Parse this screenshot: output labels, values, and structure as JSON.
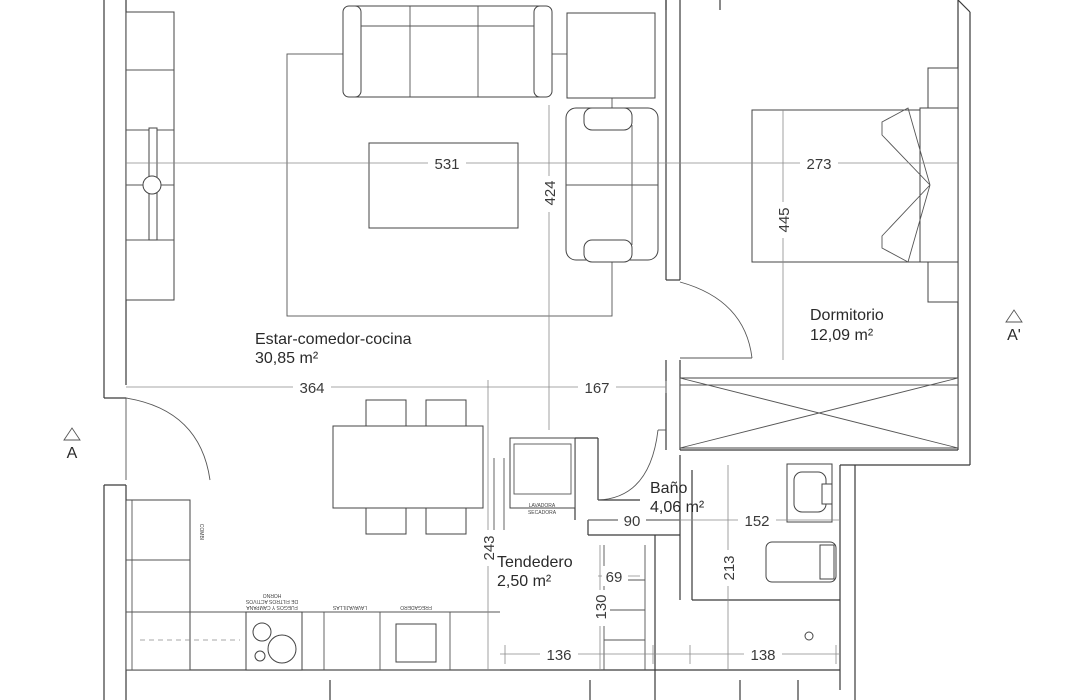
{
  "rooms": {
    "living": {
      "name": "Estar-comedor-cocina",
      "area": "30,85 m²"
    },
    "bedroom": {
      "name": "Dormitorio",
      "area": "12,09 m²"
    },
    "bath": {
      "name": "Baño",
      "area": "4,06 m²"
    },
    "laundry": {
      "name": "Tendedero",
      "area": "2,50 m²"
    }
  },
  "dimensions": {
    "living_width": "531",
    "living_depth": "424",
    "bedroom_width": "273",
    "bedroom_depth": "445",
    "hall_left": "364",
    "hall_right": "167",
    "bath_left": "90",
    "bath_right": "152",
    "laundry_height": "243",
    "bath_height": "213",
    "small_width": "69",
    "small_height": "130",
    "bottom_left": "136",
    "bottom_right": "138"
  },
  "section_marks": {
    "left": "A",
    "right": "A'"
  },
  "fixture_labels": {
    "washer": [
      "LAVADORA",
      "SECADORA"
    ],
    "hob": [
      "FUEGOS Y CAMPANA",
      "DE FILTROS ACTIVOS",
      "HORNO"
    ],
    "dishwasher": "LAVAVAJILLAS",
    "sink": "FREGADERO",
    "fridge": "COMBI"
  }
}
